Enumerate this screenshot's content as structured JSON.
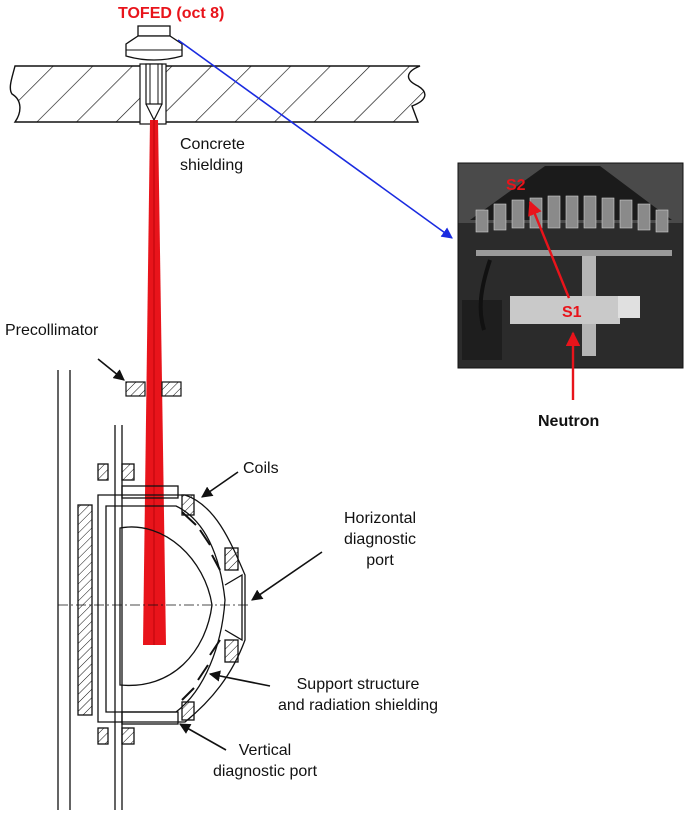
{
  "title": "TOFED (oct 8)",
  "labels": {
    "concrete_shielding": [
      "Concrete",
      "shielding"
    ],
    "precollimator": "Precollimator",
    "coils": "Coils",
    "horizontal_port": [
      "Horizontal",
      "diagnostic",
      "port"
    ],
    "support_structure": [
      "Support structure",
      "and radiation shielding"
    ],
    "vertical_port": [
      "Vertical",
      "diagnostic port"
    ],
    "neutron": "Neutron",
    "s1": "S1",
    "s2": "S2"
  },
  "colors": {
    "beam": "#e8141b",
    "leader_line": "#1a2be0",
    "ink": "#111111",
    "photo_bg": "#2b2b2b"
  }
}
